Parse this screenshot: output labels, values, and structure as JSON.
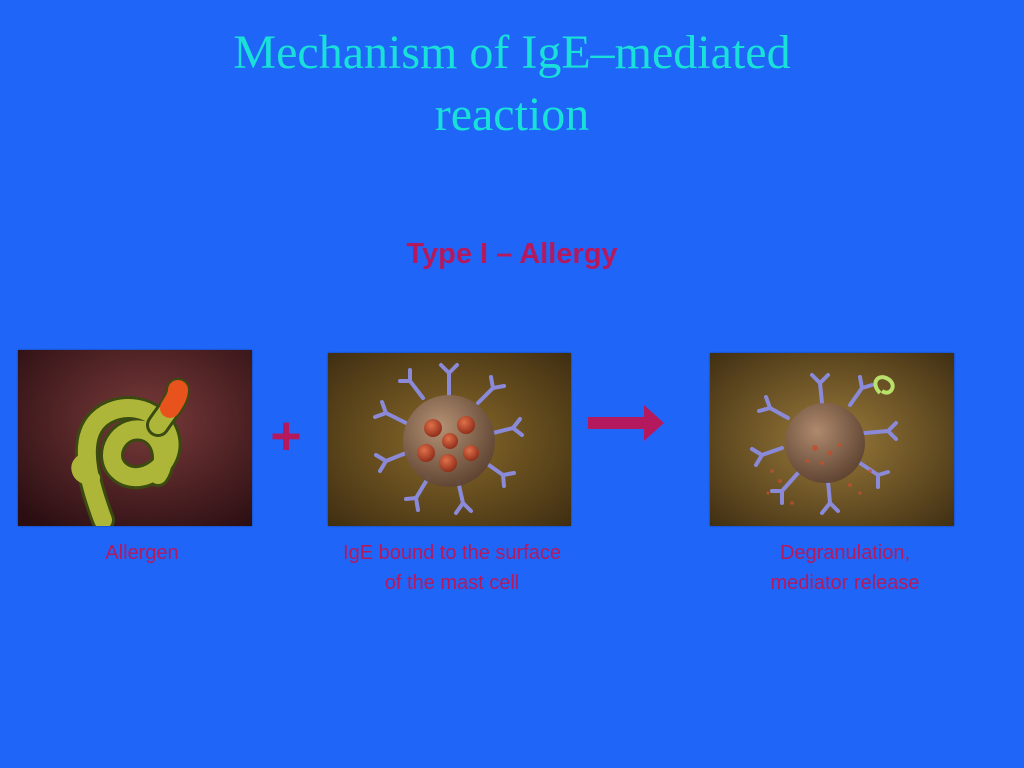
{
  "slide": {
    "title_line1": "Mechanism of  IgE–mediated",
    "title_line2": "reaction",
    "subtitle": "Type I – Allergy",
    "plus_symbol": "+",
    "captions": {
      "allergen": "Allergen",
      "ige_line1": "IgE bound to the surface",
      "ige_line2": "of the mast cell",
      "degran_line1": "Degranulation,",
      "degran_line2": "mediator release"
    },
    "icons": {
      "plus": "plus-icon",
      "arrow": "right-arrow-icon"
    },
    "colors": {
      "background": "#1f66f8",
      "title": "#19e0d8",
      "accent": "#b4195e"
    }
  }
}
